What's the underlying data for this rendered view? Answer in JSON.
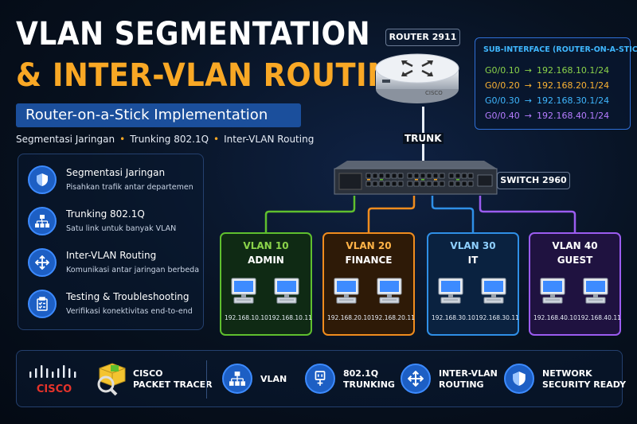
{
  "title": {
    "line1": "VLAN SEGMENTATION",
    "line2": "& INTER-VLAN ROUTING",
    "subtitle": "Router-on-a-Stick Implementation",
    "tagline": [
      "Segmentasi Jaringan",
      "Trunking 802.1Q",
      "Inter-VLAN Routing"
    ]
  },
  "features": [
    {
      "name": "Segmentasi Jaringan",
      "desc": "Pisahkan trafik antar departemen",
      "icon": "shield-icon"
    },
    {
      "name": "Trunking 802.1Q",
      "desc": "Satu link untuk banyak VLAN",
      "icon": "hierarchy-icon"
    },
    {
      "name": "Inter-VLAN Routing",
      "desc": "Komunikasi antar jaringan berbeda",
      "icon": "move-arrows-icon"
    },
    {
      "name": "Testing & Troubleshooting",
      "desc": "Verifikasi konektivitas end-to-end",
      "icon": "clipboard-check-icon"
    }
  ],
  "router": {
    "label": "ROUTER 2911",
    "brand": "CISCO"
  },
  "subinterfaces": {
    "title": "SUB-INTERFACE (ROUTER-ON-A-STICK)",
    "rows": [
      {
        "iface": "G0/0.10",
        "arrow": "→",
        "ip": "192.168.10.1/24",
        "color": "#8bd34a"
      },
      {
        "iface": "G0/0.20",
        "arrow": "→",
        "ip": "192.168.20.1/24",
        "color": "#f9b233"
      },
      {
        "iface": "G0/0.30",
        "arrow": "→",
        "ip": "192.168.30.1/24",
        "color": "#3fb7ff"
      },
      {
        "iface": "G0/0.40",
        "arrow": "→",
        "ip": "192.168.40.1/24",
        "color": "#b57cff"
      }
    ]
  },
  "trunk_label": "TRUNK",
  "switch": {
    "label": "SWITCH 2960"
  },
  "vlans": [
    {
      "id": "VLAN 10",
      "name": "ADMIN",
      "hosts": [
        "192.168.10.10",
        "192.168.10.11"
      ],
      "color": "#5fbf2e",
      "bg": "#0f2a14"
    },
    {
      "id": "VLAN 20",
      "name": "FINANCE",
      "hosts": [
        "192.168.20.10",
        "192.168.20.11"
      ],
      "color": "#f08c1e",
      "bg": "#2e1a07"
    },
    {
      "id": "VLAN 30",
      "name": "IT",
      "hosts": [
        "192.168.30.10",
        "192.168.30.11"
      ],
      "color": "#2f8fe6",
      "bg": "#0a2240"
    },
    {
      "id": "VLAN 40",
      "name": "GUEST",
      "hosts": [
        "192.168.40.10",
        "192.168.40.11"
      ],
      "color": "#9b5cf0",
      "bg": "#1f1240"
    }
  ],
  "bottom_bar": {
    "cisco_logo": "CISCO",
    "items": [
      {
        "label": "CISCO\nPACKET TRACER",
        "icon": "packet-tracer-icon"
      },
      {
        "label": "VLAN",
        "icon": "network-hierarchy-icon"
      },
      {
        "label": "802.1Q\nTRUNKING",
        "icon": "trunk-plug-icon"
      },
      {
        "label": "INTER-VLAN\nROUTING",
        "icon": "routing-arrows-icon"
      },
      {
        "label": "NETWORK\nSECURITY READY",
        "icon": "security-shield-icon"
      }
    ]
  }
}
